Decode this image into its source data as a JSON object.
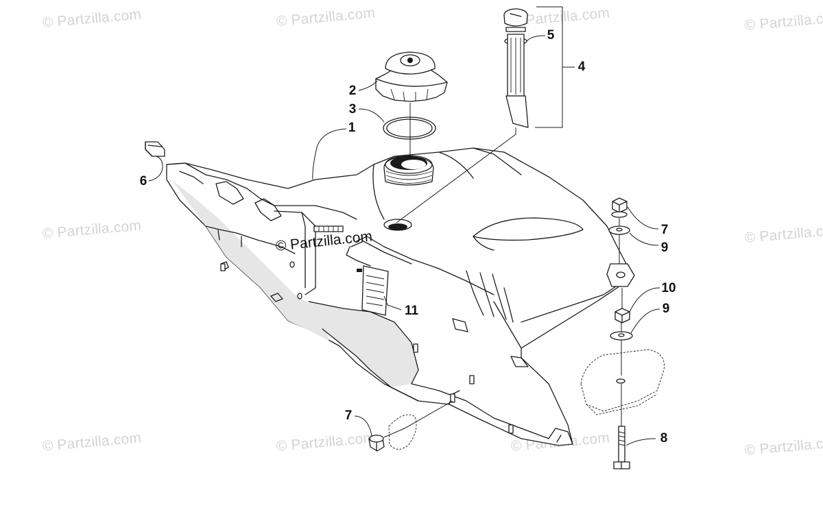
{
  "watermark": "© Partzilla.com",
  "watermark_center": "© Partzilla.com",
  "callouts": [
    "1",
    "2",
    "3",
    "4",
    "5",
    "6",
    "7",
    "7",
    "8",
    "9",
    "9",
    "10",
    "11"
  ]
}
